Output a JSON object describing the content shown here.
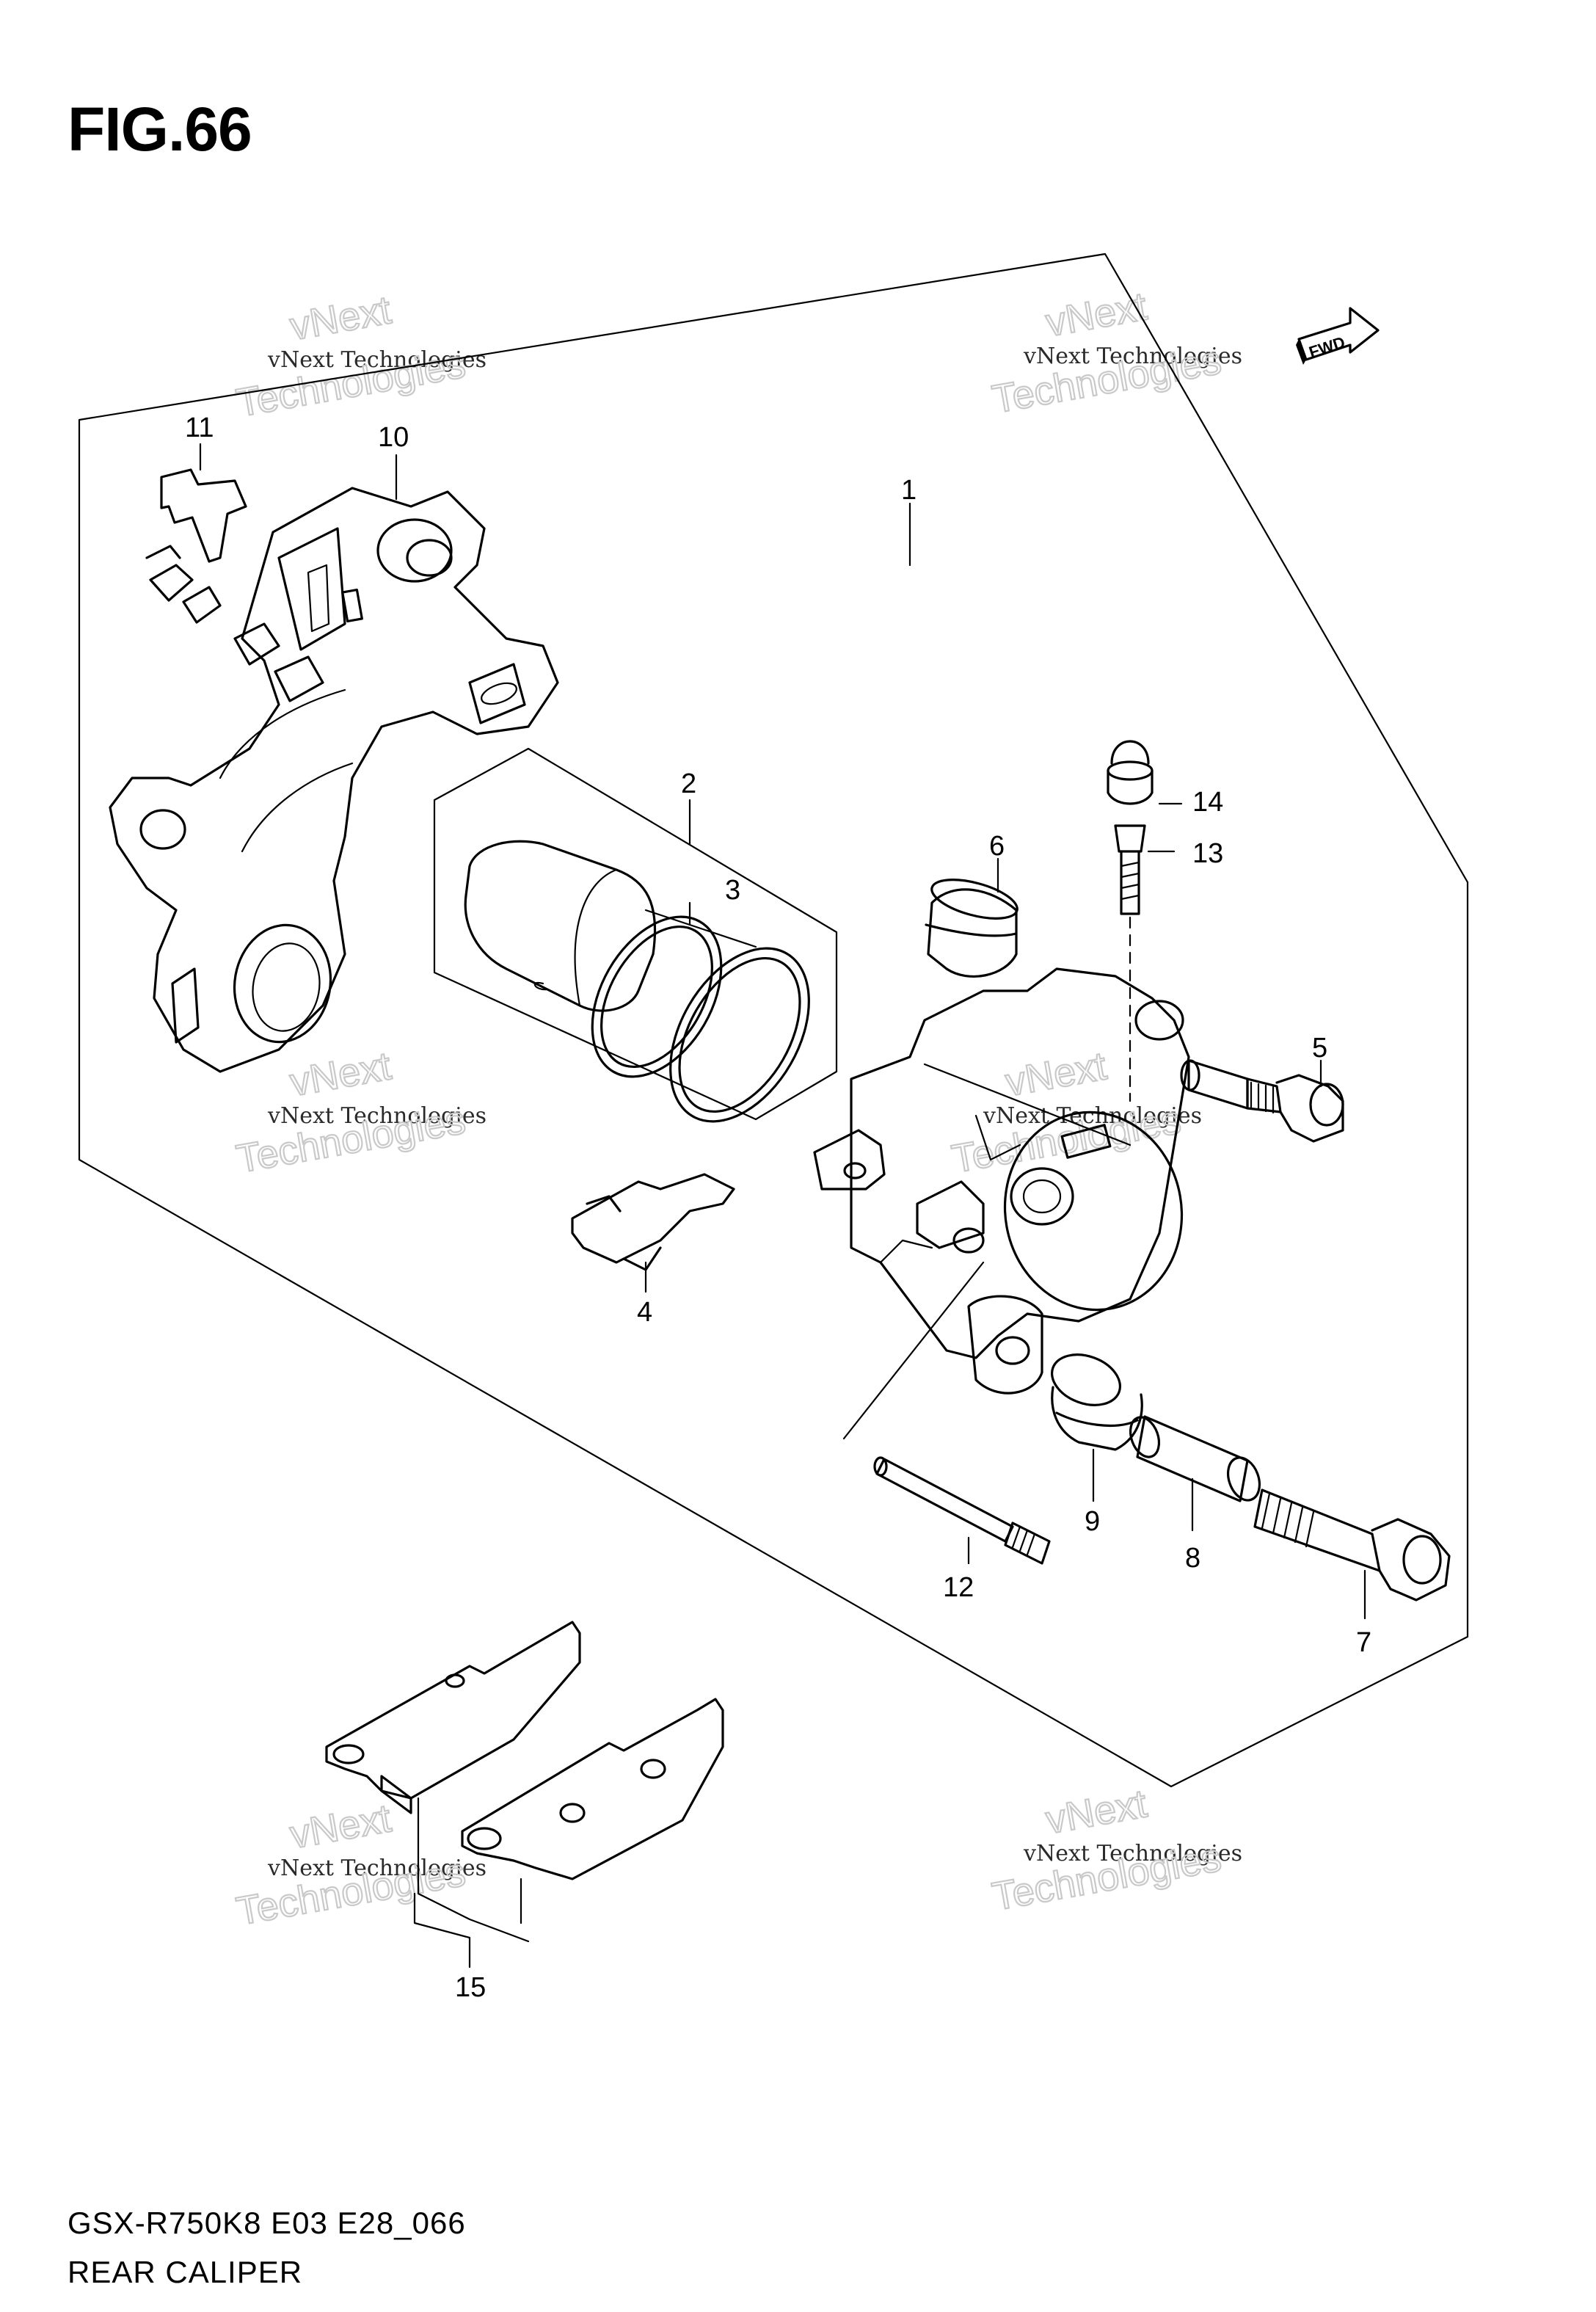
{
  "figure": {
    "title": "FIG.66",
    "model_code": "GSX-R750K8 E03 E28_066",
    "section_title": "REAR CALIPER",
    "fwd_label": "FWD"
  },
  "watermark": {
    "line1": "vNext Technologies",
    "line2": "vNext",
    "line3": "Technologies"
  },
  "callouts": [
    "1",
    "2",
    "3",
    "4",
    "5",
    "6",
    "7",
    "8",
    "9",
    "10",
    "11",
    "12",
    "13",
    "14",
    "15"
  ]
}
